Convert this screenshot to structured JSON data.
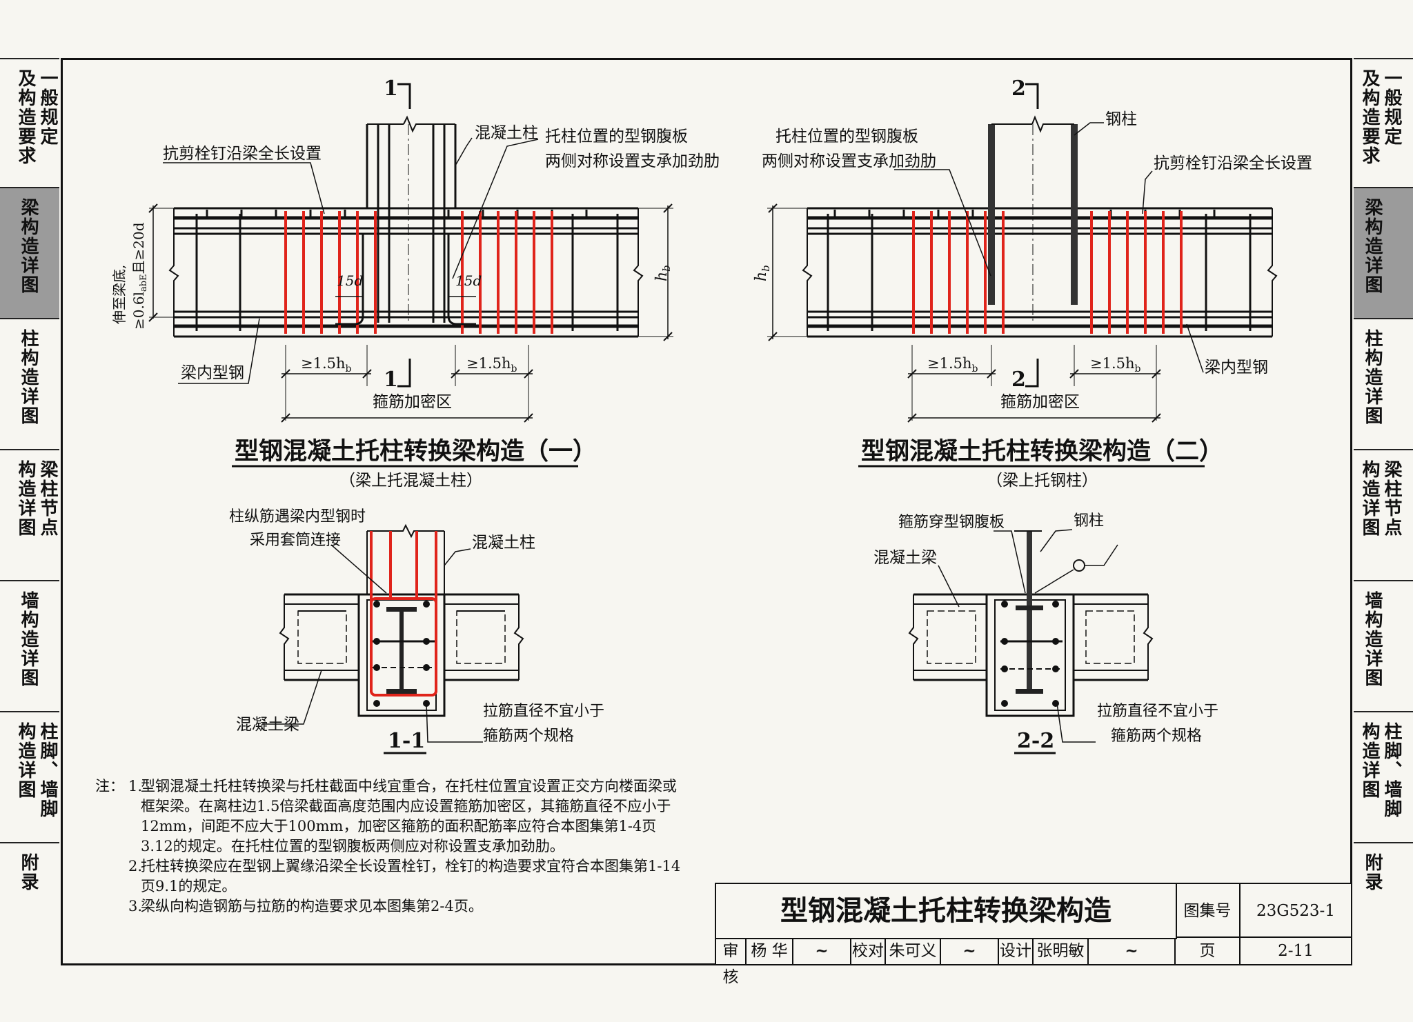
{
  "side_tabs": [
    {
      "col1": "及构造要求",
      "col2": "一般规定",
      "active": false
    },
    {
      "col1": "梁构造详图",
      "col2": "",
      "active": true
    },
    {
      "col1": "柱构造详图",
      "col2": "",
      "active": false
    },
    {
      "col1": "构造详图",
      "col2": "梁柱节点",
      "active": false
    },
    {
      "col1": "墙构造详图",
      "col2": "",
      "active": false
    },
    {
      "col1": "构造详图",
      "col2": "柱脚、墙脚",
      "active": false
    },
    {
      "col1": "附录",
      "col2": "",
      "active": false
    }
  ],
  "diagram1": {
    "section_mark": "1",
    "label_column": "混凝土柱",
    "label_stiffener_1": "托柱位置的型钢腹板",
    "label_stiffener_2": "两侧对称设置支承加劲肋",
    "label_studs": "抗剪栓钉沿梁全长设置",
    "label_anchor_1": "伸至梁底,",
    "label_anchor_2": "≥0.6l",
    "label_anchor_sub": "abE",
    "label_anchor_3": "且≥20d",
    "dim_15d": "15d",
    "dim_hb": "h",
    "dim_hb_sub": "b",
    "label_steel": "梁内型钢",
    "dim_15hb": "≥1.5h",
    "label_dense": "箍筋加密区",
    "title": "型钢混凝土托柱转换梁构造（一）",
    "subtitle": "（梁上托混凝土柱）"
  },
  "diagram2": {
    "section_mark": "2",
    "label_column": "钢柱",
    "label_stiffener_1": "托柱位置的型钢腹板",
    "label_stiffener_2": "两侧对称设置支承加劲肋",
    "label_studs": "抗剪栓钉沿梁全长设置",
    "dim_hb": "h",
    "dim_hb_sub": "b",
    "label_steel": "梁内型钢",
    "dim_15hb": "≥1.5h",
    "label_dense": "箍筋加密区",
    "title": "型钢混凝土托柱转换梁构造（二）",
    "subtitle": "（梁上托钢柱）"
  },
  "section1": {
    "label_sleeve_1": "柱纵筋遇梁内型钢时",
    "label_sleeve_2": "采用套筒连接",
    "label_column": "混凝土柱",
    "label_beam": "混凝土梁",
    "label_tie_1": "拉筋直径不宜小于",
    "label_tie_2": "箍筋两个规格",
    "mark": "1-1"
  },
  "section2": {
    "label_stirrup": "箍筋穿型钢腹板",
    "label_column": "钢柱",
    "label_beam": "混凝土梁",
    "label_tie_1": "拉筋直径不宜小于",
    "label_tie_2": "箍筋两个规格",
    "mark": "2-2"
  },
  "notes": {
    "label": "注：",
    "items": [
      {
        "num": "1.",
        "text": "型钢混凝土托柱转换梁与托柱截面中线宜重合，在托柱位置宜设置正交方向楼面梁或框架梁。在离柱边1.5倍梁截面高度范围内应设置箍筋加密区，其箍筋直径不应小于12mm，间距不应大于100mm，加密区箍筋的面积配筋率应符合本图集第1-4页3.12的规定。在托柱位置的型钢腹板两侧应对称设置支承加劲肋。"
      },
      {
        "num": "2.",
        "text": "托柱转换梁应在型钢上翼缘沿梁全长设置栓钉，栓钉的构造要求宜符合本图集第1-14页9.1的规定。"
      },
      {
        "num": "3.",
        "text": "梁纵向构造钢筋与拉筋的构造要求见本图集第2-4页。"
      }
    ]
  },
  "title_block": {
    "title": "型钢混凝土托柱转换梁构造",
    "atlas_label": "图集号",
    "atlas_no": "23G523-1",
    "review_label": "审核",
    "review_name": "杨 华",
    "check_label": "校对",
    "check_name": "朱可义",
    "design_label": "设计",
    "design_name": "张明敏",
    "page_label": "页",
    "page_no": "2-11"
  },
  "colors": {
    "rebar_red": "#e0241b",
    "ink": "#111111",
    "paper": "#f7f6f1",
    "active_tab": "#9b9b9b"
  }
}
